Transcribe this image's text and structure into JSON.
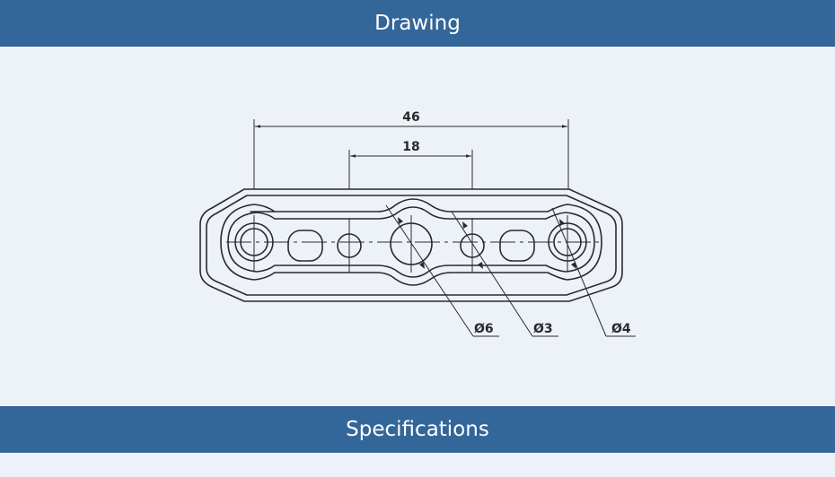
{
  "sections": {
    "drawing_title": "Drawing",
    "specifications_title": "Specifications"
  },
  "colors": {
    "banner_bg": "#336699",
    "page_bg": "#edf2f9",
    "line": "#2a2a2a"
  },
  "drawing": {
    "dimensions": {
      "overall_length": "46",
      "inner_spacing": "18"
    },
    "callouts": {
      "center_hole": "Ø6",
      "small_hole": "Ø3",
      "end_hole": "Ø4"
    }
  }
}
